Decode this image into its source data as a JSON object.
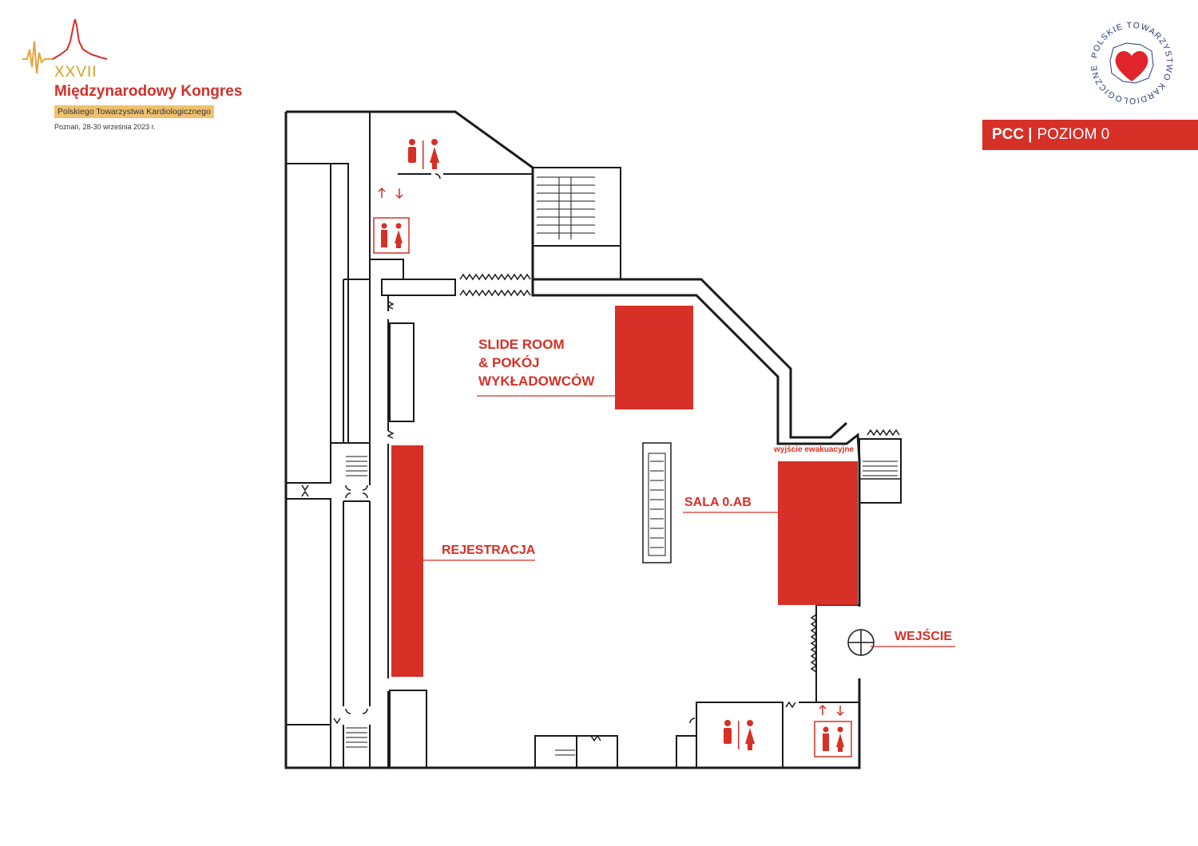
{
  "header": {
    "congress_number": "XXVII",
    "congress_title": "Międzynarodowy Kongres",
    "organizer": "Polskiego Towarzystwa Kardiologicznego",
    "date_place": "Poznań, 28-30 września 2023 r."
  },
  "seal": {
    "text": "POLSKIE TOWARZYSTWO KARDIOLOGICZNE"
  },
  "level_banner": {
    "venue": "PCC",
    "separator": "|",
    "level": "POZIOM 0"
  },
  "map": {
    "slide_room": "SLIDE ROOM\n& POKÓJ\nWYKŁADOWCÓW",
    "sala": "SALA 0.AB",
    "registration": "REJESTRACJA",
    "entrance": "WEJŚCIE",
    "emergency_exit": "wyjście ewakuacyjne"
  },
  "colors": {
    "accent_red": "#d63027",
    "wall": "#1a1a1a",
    "logo_gold": "#d4a21c",
    "logo_band": "#efc16f",
    "seal_blue": "#2a3a7a"
  },
  "icons": [
    "restroom-icon",
    "elevator-icon",
    "door-icon",
    "stairs-icon",
    "escalator-icon",
    "revolving-door-icon"
  ]
}
